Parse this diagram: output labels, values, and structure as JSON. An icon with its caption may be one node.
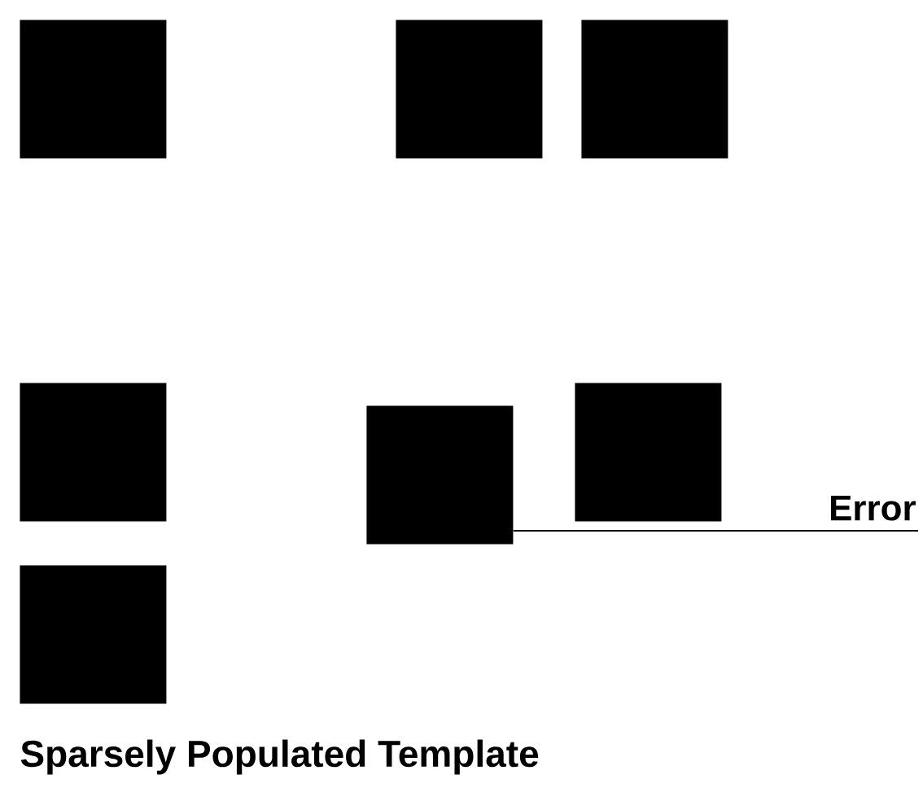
{
  "diagram": {
    "title": "Sparsely Populated Template",
    "nodes": [
      {
        "text": [],
        "shape": "box"
      },
      {
        "text": [],
        "shape": "box"
      },
      {
        "text": [],
        "shape": "box"
      },
      {
        "text": [],
        "shape": "box"
      },
      {
        "text": [],
        "shape": "box"
      },
      {
        "text": [],
        "shape": "box"
      },
      {
        "text": [],
        "shape": "box"
      },
      {
        "text": [
          "Error"
        ]
      }
    ],
    "edges": [
      {
        "from": 7,
        "to": 4,
        "arrow": "none"
      }
    ]
  }
}
